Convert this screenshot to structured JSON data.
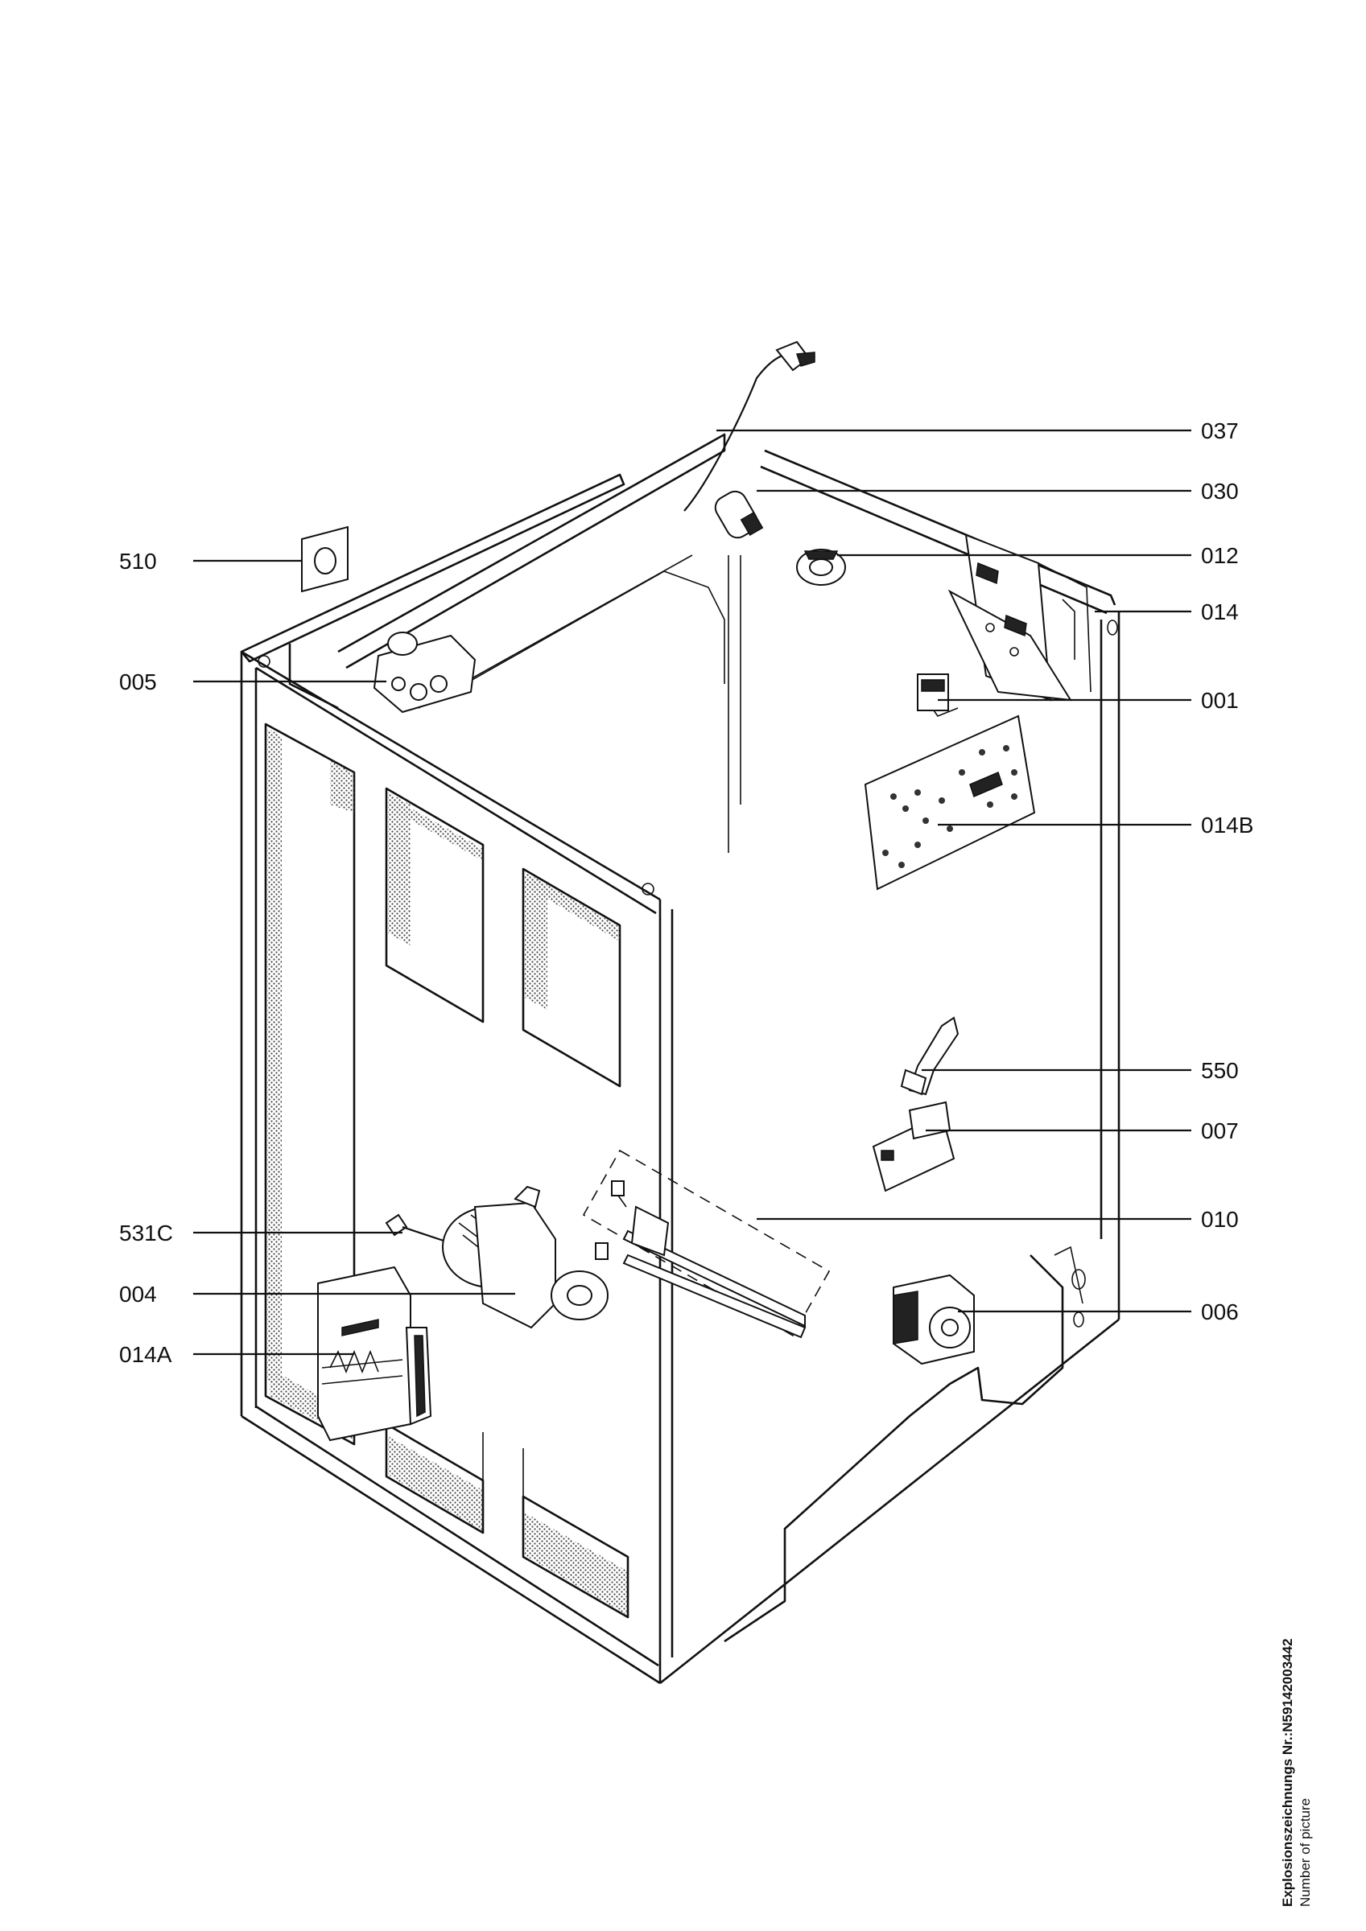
{
  "labels": {
    "l037": "037",
    "l030": "030",
    "l012": "012",
    "l014": "014",
    "l001": "001",
    "l014B": "014B",
    "l550": "550",
    "l007": "007",
    "l010": "010",
    "l006": "006",
    "l510": "510",
    "l005": "005",
    "l531C": "531C",
    "l004": "004",
    "l014A": "014A"
  },
  "caption": {
    "title": "Explosionszeichnungs Nr.:N59142003442",
    "subtitle": "Number of picture"
  }
}
